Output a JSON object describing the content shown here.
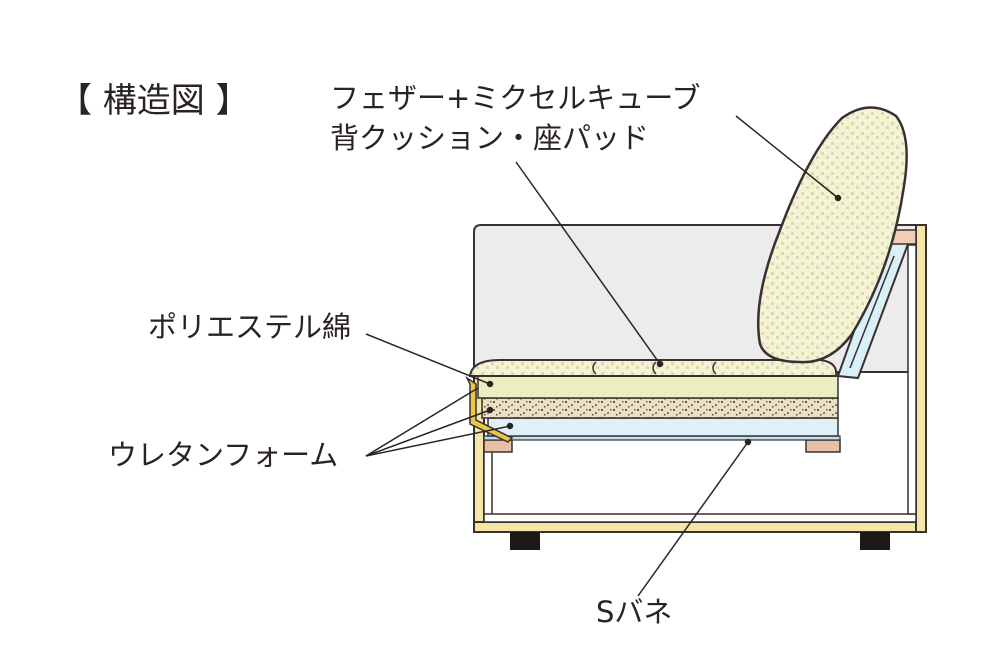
{
  "title": "【 構造図 】",
  "labels": {
    "feather": "フェザー+ミクセルキューブ",
    "cushion": "背クッション・座パッド",
    "polyester": "ポリエステル綿",
    "urethane": "ウレタンフォーム",
    "spring": "Sバネ"
  }
}
